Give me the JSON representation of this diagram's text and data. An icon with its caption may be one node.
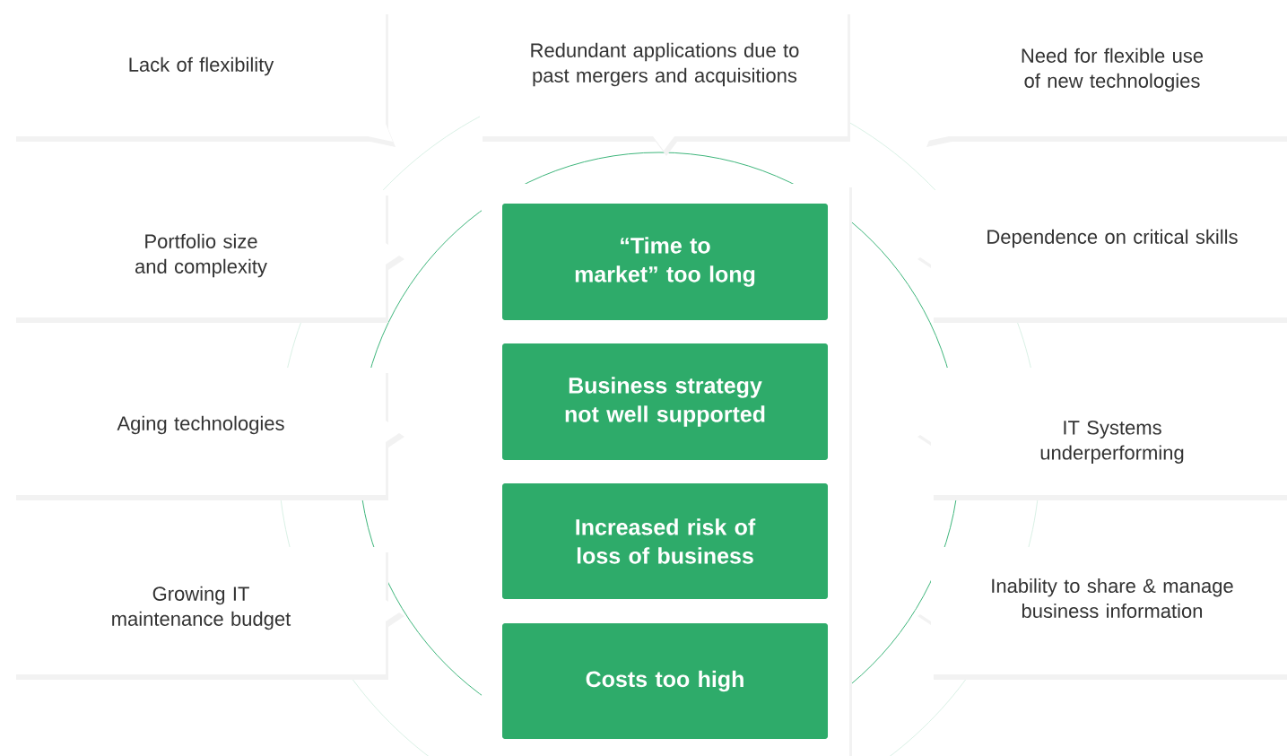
{
  "diagram": {
    "nodes": [
      {
        "text": [
          "Lack of flexibility"
        ]
      },
      {
        "text": [
          "Redundant applications due to past mergers and acquisitions"
        ]
      },
      {
        "text": [
          "Need for flexible use of new technologies"
        ]
      },
      {
        "text": [
          "Portfolio size and complexity"
        ]
      },
      {
        "text": [
          "Dependence on critical skills"
        ]
      },
      {
        "text": [
          "Aging technologies"
        ]
      },
      {
        "text": [
          "IT Systems underperforming"
        ]
      },
      {
        "text": [
          "Growing IT maintenance budget"
        ]
      },
      {
        "text": [
          "Inability to share & manage business information"
        ]
      },
      {
        "text": [],
        "shape": "box"
      },
      {
        "text": [
          "“Time to market” too long"
        ],
        "in": 9
      },
      {
        "text": [
          "Business strategy not well supported"
        ],
        "in": 9
      },
      {
        "text": [
          "Increased risk of loss of business"
        ],
        "in": 9
      },
      {
        "text": [
          "Costs too high"
        ],
        "in": 9
      }
    ]
  }
}
